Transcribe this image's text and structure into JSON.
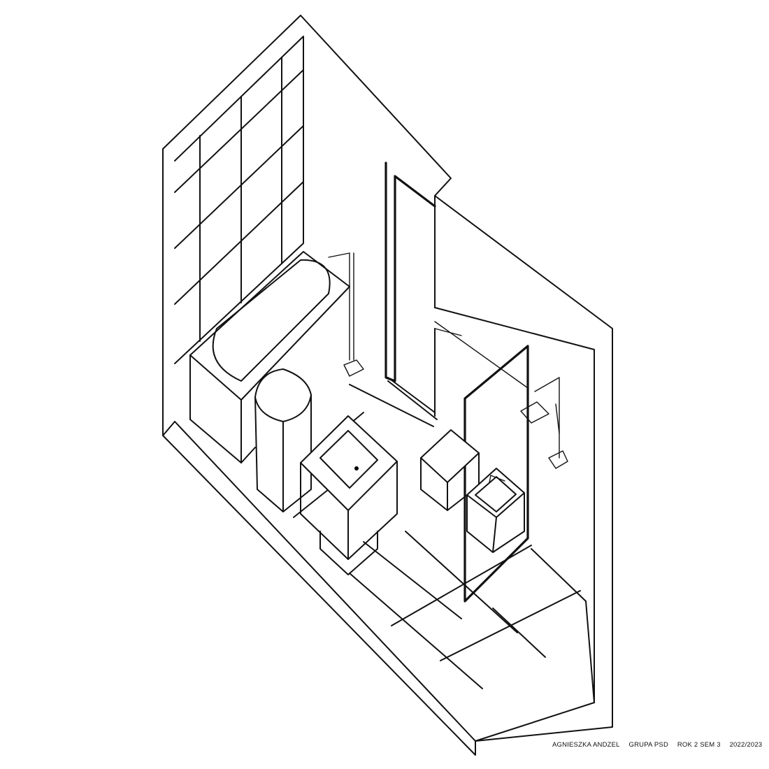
{
  "caption": {
    "author": "AGNIESZKA ANDZEL",
    "group": "GRUPA PSD",
    "year_semester": "ROK 2 SEM 3",
    "academic_year": "2022/2023"
  }
}
